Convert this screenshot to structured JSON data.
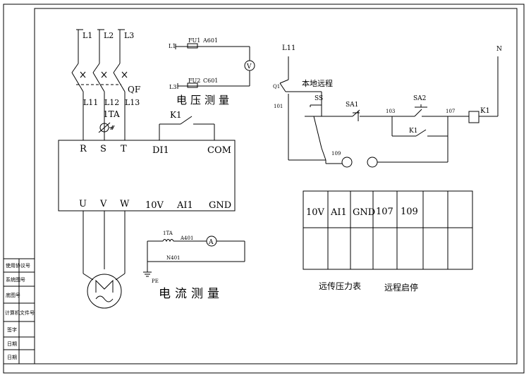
{
  "diagram": {
    "feed_labels": {
      "l1": "L1",
      "l2": "L2",
      "l3": "L3"
    },
    "breaker_label": "QF",
    "breaker_out": {
      "l11": "L11",
      "l12": "L12",
      "l13": "L13"
    },
    "ct_main_label": "1TA",
    "vfd": {
      "inputs": {
        "r": "R",
        "s": "S",
        "t": "T"
      },
      "di1": "DI1",
      "com": "COM",
      "outputs": {
        "u": "U",
        "v": "V",
        "w": "W"
      },
      "v10": "10V",
      "ai1": "AI1",
      "gnd": "GND"
    },
    "k1_label": "K1",
    "voltage": {
      "l1": "L1",
      "fu1": "FU1",
      "a601": "A601",
      "l3": "L3",
      "fu2": "FU2",
      "c601": "C601",
      "meter": "V",
      "title": "电压测量"
    },
    "current": {
      "ta": "1TA",
      "a401": "A401",
      "n401": "N401",
      "meter": "A",
      "pe": "PE",
      "title": "电流测量"
    },
    "control": {
      "l11": "L11",
      "q1": "Q1",
      "n": "N",
      "mode": "本地远程",
      "w101": "101",
      "ss": "SS",
      "sa1": "SA1",
      "w103": "103",
      "sa2": "SA2",
      "w107": "107",
      "k1": "K1",
      "k1_aux": "K1",
      "w109": "109"
    },
    "terminal_block": [
      "10V",
      "AI1",
      "GND",
      "107",
      "109",
      "",
      ""
    ],
    "captions": {
      "pressure": "远传压力表",
      "remote": "远程启停"
    },
    "title_block": [
      "使用协议号",
      "系统图号",
      "底图号",
      "计算机文件号",
      "签字",
      "日期",
      "日期"
    ]
  }
}
